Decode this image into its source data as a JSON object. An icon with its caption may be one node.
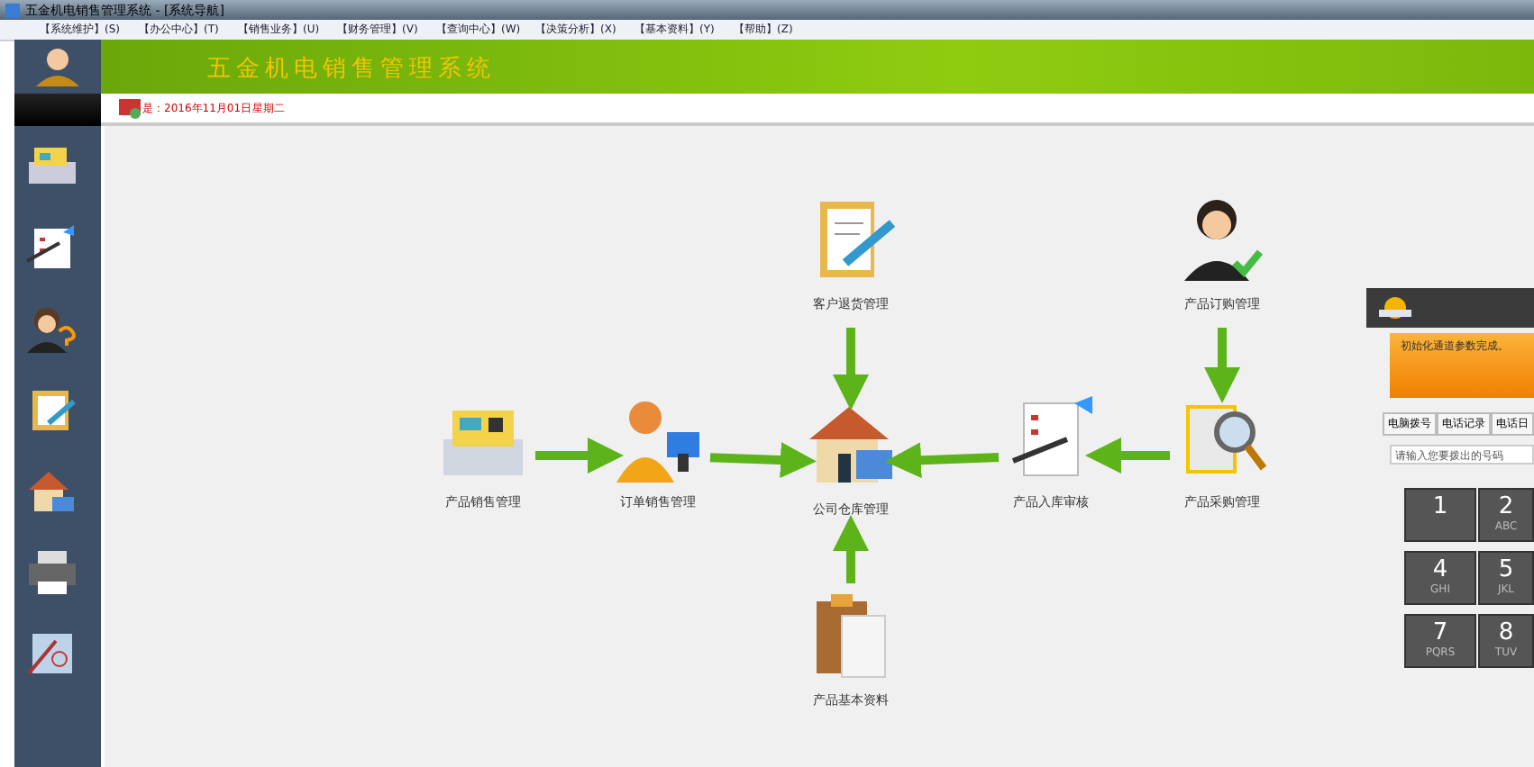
{
  "diagram": {
    "title": "五金机电销售管理系统 - [系统导航]",
    "nodes": [
      {
        "text": [
          "产品销售管理"
        ]
      },
      {
        "text": [
          "订单销售管理"
        ]
      },
      {
        "text": [
          "公司仓库管理"
        ]
      },
      {
        "text": [
          "客户退货管理"
        ]
      },
      {
        "text": [
          "产品入库审核"
        ]
      },
      {
        "text": [
          "产品订购管理"
        ]
      },
      {
        "text": [
          "产品采购管理"
        ]
      },
      {
        "text": [
          "产品基本资料"
        ]
      }
    ],
    "edges": [
      {
        "from": 0,
        "to": 1,
        "arrow": "to"
      },
      {
        "from": 1,
        "to": 2,
        "arrow": "to"
      },
      {
        "from": 3,
        "to": 2,
        "arrow": "to"
      },
      {
        "from": 4,
        "to": 2,
        "arrow": "to"
      },
      {
        "from": 6,
        "to": 4,
        "arrow": "to"
      },
      {
        "from": 5,
        "to": 6,
        "arrow": "to"
      },
      {
        "from": 7,
        "to": 2,
        "arrow": "to"
      }
    ],
    "labels": [
      "【系统维护】(S)",
      "【办公中心】(T)",
      "【销售业务】(U)",
      "【财务管理】(V)",
      "【查询中心】(W)",
      "【决策分析】(X)",
      "【基本资料】(Y)",
      "【帮助】(Z)",
      "五金机电销售管理系统",
      "是：2016年11月01日",
      "星期二",
      "初始化通道参数完成。",
      "电脑拨号",
      "电话记录",
      "电话日",
      "请输入您要拨出的号码",
      "1",
      "2",
      "ABC",
      "4",
      "5",
      "GHI",
      "JKL",
      "7",
      "8",
      "PQRS",
      "TUV"
    ]
  }
}
